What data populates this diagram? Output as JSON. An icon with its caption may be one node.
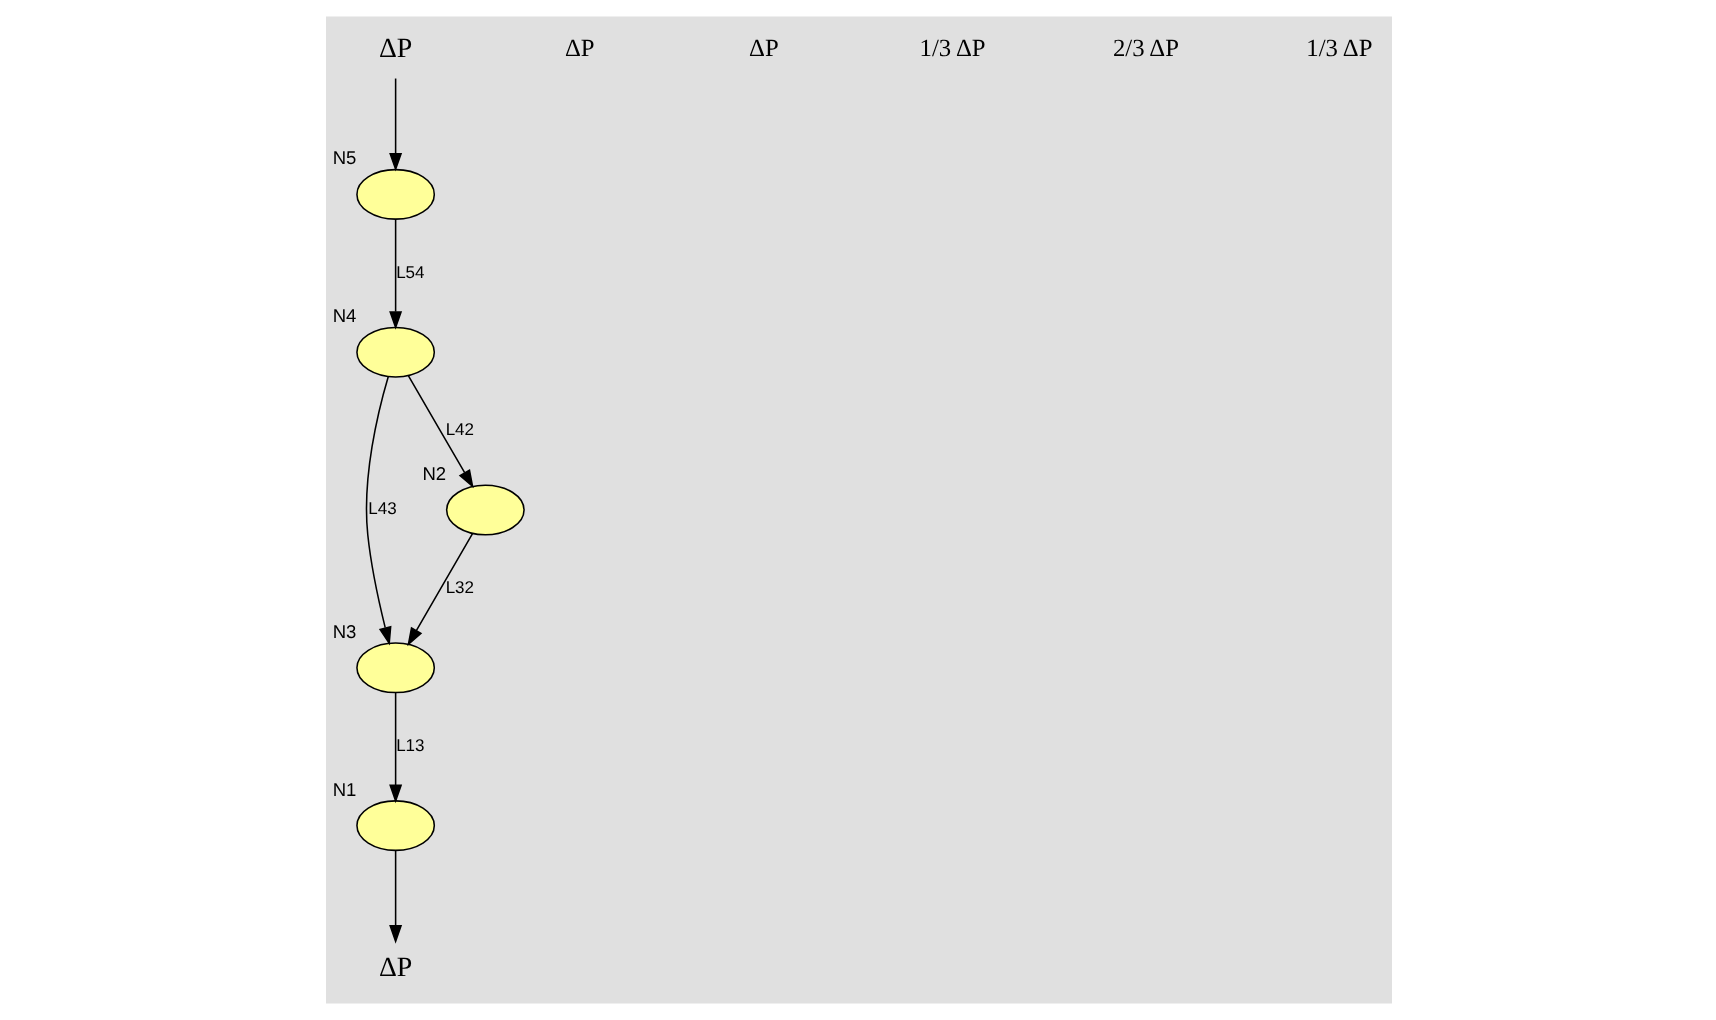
{
  "diagram": {
    "nodes": [
      {
        "text": [],
        "shape": "ellipse",
        "beside": [
          "N1"
        ]
      },
      {
        "text": [],
        "shape": "ellipse",
        "beside": [
          "N5"
        ]
      },
      {
        "text": [
          "ΔP"
        ]
      },
      {
        "text": [
          "ΔP"
        ]
      },
      {
        "text": [],
        "shape": "ellipse",
        "beside": [
          "N3"
        ]
      },
      {
        "text": [],
        "shape": "ellipse",
        "beside": [
          "N2"
        ]
      },
      {
        "text": [],
        "shape": "ellipse",
        "beside": [
          "N4"
        ]
      }
    ],
    "edges": [
      {
        "from": 0,
        "to": 3,
        "arrow": "to"
      },
      {
        "from": 2,
        "to": 1,
        "arrow": "to"
      },
      {
        "from": 4,
        "to": 0,
        "arrow": "to",
        "label": "L13"
      },
      {
        "from": 5,
        "to": 4,
        "arrow": "to",
        "label": "L32"
      },
      {
        "from": 6,
        "to": 4,
        "arrow": "to",
        "label": "L43"
      },
      {
        "from": 6,
        "to": 5,
        "arrow": "to",
        "label": "L42"
      },
      {
        "from": 1,
        "to": 6,
        "arrow": "to",
        "label": "L54"
      }
    ],
    "labels": [
      "ΔP",
      "ΔP",
      "1/3 ΔP",
      "2/3 ΔP",
      "1/3 ΔP"
    ]
  }
}
